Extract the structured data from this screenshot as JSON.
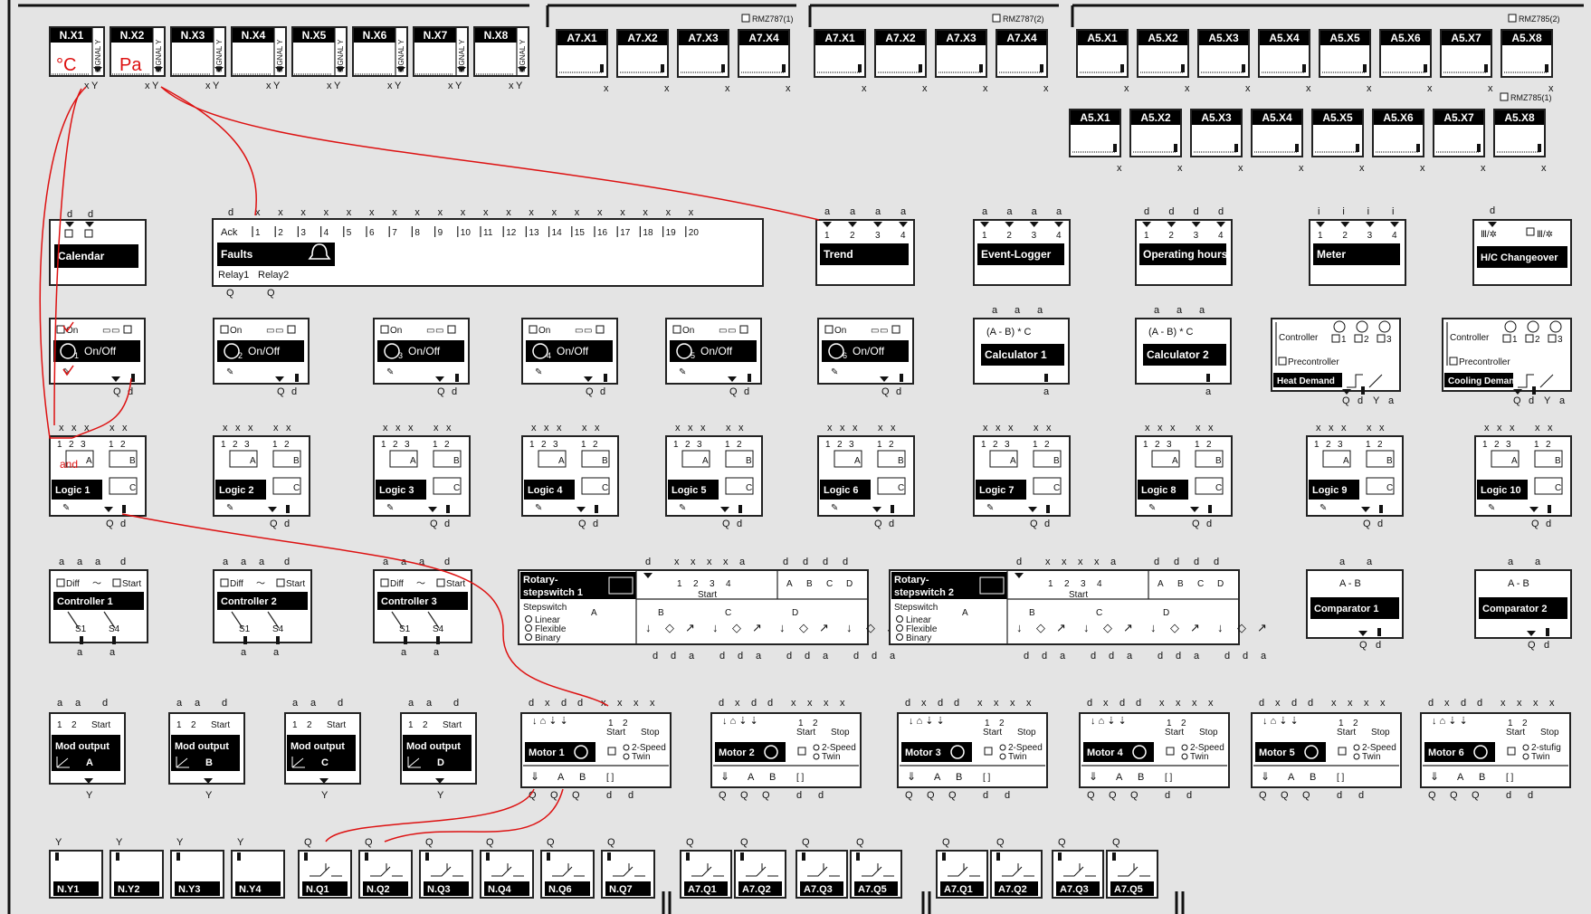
{
  "inputs": {
    "tiles": [
      "N.X1",
      "N.X2",
      "N.X3",
      "N.X4",
      "N.X5",
      "N.X6",
      "N.X7",
      "N.X8"
    ],
    "signal_label": "SIGNAL Y",
    "x1_unit": "°C",
    "x2_unit": "Pa",
    "term_x": "x",
    "term_y": "Y"
  },
  "rmz787_1": {
    "label": "RMZ787(1)",
    "tiles": [
      "A7.X1",
      "A7.X2",
      "A7.X3",
      "A7.X4"
    ]
  },
  "rmz787_2": {
    "label": "RMZ787(2)",
    "tiles": [
      "A7.X1",
      "A7.X2",
      "A7.X3",
      "A7.X4"
    ]
  },
  "rmz785_2": {
    "label": "RMZ785(2)",
    "tiles": [
      "A5.X1",
      "A5.X2",
      "A5.X3",
      "A5.X4",
      "A5.X5",
      "A5.X6",
      "A5.X7",
      "A5.X8"
    ]
  },
  "rmz785_1": {
    "label": "RMZ785(1)",
    "tiles": [
      "A5.X1",
      "A5.X2",
      "A5.X3",
      "A5.X4",
      "A5.X5",
      "A5.X6",
      "A5.X7",
      "A5.X8"
    ]
  },
  "calendar": {
    "label": "Calendar",
    "terms": [
      "d",
      "d"
    ]
  },
  "faults": {
    "label": "Faults",
    "ack": "Ack",
    "nums": [
      "1",
      "2",
      "3",
      "4",
      "5",
      "6",
      "7",
      "8",
      "9",
      "10",
      "11",
      "12",
      "13",
      "14",
      "15",
      "16",
      "17",
      "18",
      "19",
      "20"
    ],
    "relay1": "Relay1",
    "relay2": "Relay2",
    "terms_top_first": "d",
    "term_x": "x",
    "term_q": "Q"
  },
  "trend": {
    "label": "Trend",
    "nums": [
      "1",
      "2",
      "3",
      "4"
    ],
    "term": "a"
  },
  "eventlogger": {
    "label": "Event-Logger",
    "nums": [
      "1",
      "2",
      "3",
      "4"
    ],
    "term": "a"
  },
  "ophours": {
    "label": "Operating hours",
    "nums": [
      "1",
      "2",
      "3",
      "4"
    ],
    "term": "d"
  },
  "meter": {
    "label": "Meter",
    "nums": [
      "1",
      "2",
      "3",
      "4"
    ],
    "term": "i"
  },
  "hc": {
    "label": "H/C Changeover",
    "term": "d"
  },
  "timers": {
    "on": "On",
    "onoff": "On/Off",
    "items": [
      "1",
      "2",
      "3",
      "4",
      "5",
      "6"
    ],
    "q": "Q",
    "d": "d"
  },
  "calc1": {
    "label": "Calculator 1",
    "formula": "(A -  B) *  C",
    "top": [
      "a",
      "a",
      "a"
    ],
    "bottom": "a"
  },
  "calc2": {
    "label": "Calculator 2",
    "formula": "(A -  B) *  C",
    "top": [
      "a",
      "a",
      "a"
    ],
    "bottom": "a"
  },
  "heatdemand": {
    "label": "Heat Demand",
    "controller": "Controller",
    "precontroller": "Precontroller",
    "opts": [
      "1",
      "2",
      "3"
    ],
    "bottom": [
      "Q",
      "d",
      "Y",
      "a"
    ]
  },
  "cooldemand": {
    "label": "Cooling Demand",
    "controller": "Controller",
    "precontroller": "Precontroller",
    "opts": [
      "1",
      "2",
      "3"
    ],
    "bottom": [
      "Q",
      "d",
      "Y",
      "a"
    ]
  },
  "logic": {
    "items": [
      "Logic 1",
      "Logic 2",
      "Logic 3",
      "Logic 4",
      "Logic 5",
      "Logic 6",
      "Logic 7",
      "Logic 8",
      "Logic 9",
      "Logic 10"
    ],
    "and_label": "and",
    "in_nums": [
      "1",
      "2",
      "3",
      "1",
      "2"
    ],
    "gates": [
      "A",
      "B",
      "C"
    ],
    "q": "Q",
    "d": "d"
  },
  "controllers": {
    "items": [
      "Controller 1",
      "Controller 2",
      "Controller 3"
    ],
    "diff": "Diff",
    "start": "Start",
    "s1": "S1",
    "s4": "S4",
    "top": [
      "a",
      "a",
      "a",
      "d"
    ],
    "bottom": [
      "a",
      "a"
    ]
  },
  "rotary": {
    "items": [
      "Rotary-\nstepswitch 1",
      "Rotary-\nstepswitch 2"
    ],
    "title1a": "Rotary-",
    "title1b": "stepswitch 1",
    "title2a": "Rotary-",
    "title2b": "stepswitch 2",
    "stepswitch": "Stepswitch",
    "opts": [
      "Linear",
      "Flexible",
      "Binary"
    ],
    "nums": [
      "1",
      "2",
      "3",
      "4"
    ],
    "start": "Start",
    "groups": [
      "A",
      "B",
      "C",
      "D"
    ],
    "bottom": [
      "d",
      "d",
      "a",
      "d",
      "d",
      "a",
      "d",
      "d",
      "a",
      "d",
      "d",
      "a"
    ]
  },
  "comparators": {
    "items": [
      "Comparator 1",
      "Comparator 2"
    ],
    "formula": "A  -  B",
    "top": [
      "a",
      "a"
    ],
    "bottom": [
      "Q",
      "d"
    ]
  },
  "modouts": {
    "items": [
      "A",
      "B",
      "C",
      "D"
    ],
    "title": "Mod output",
    "nums": [
      "1",
      "2"
    ],
    "start": "Start",
    "top": [
      "a",
      "a",
      "d"
    ],
    "bottom": "Y"
  },
  "motors": {
    "items": [
      "Motor 1",
      "Motor 2",
      "Motor 3",
      "Motor 4",
      "Motor 5",
      "Motor 6"
    ],
    "start": "Start",
    "stop": "Stop",
    "speed": "2-Speed",
    "twin": "Twin",
    "stufig": "2-stufig",
    "top": [
      "d",
      "x",
      "d",
      "d",
      "x",
      "x",
      "x",
      "x"
    ],
    "bottom": [
      "Q",
      "Q",
      "Q",
      "d",
      "d"
    ],
    "ab": [
      "A",
      "B"
    ]
  },
  "outputs": {
    "ny": [
      "N.Y1",
      "N.Y2",
      "N.Y3",
      "N.Y4"
    ],
    "nq": [
      "N.Q1",
      "N.Q2",
      "N.Q3",
      "N.Q4",
      "N.Q6",
      "N.Q7"
    ],
    "a7q_1": [
      "A7.Q1",
      "A7.Q2",
      "A7.Q3",
      "A7.Q5"
    ],
    "a7q_2": [
      "A7.Q1",
      "A7.Q2",
      "A7.Q3",
      "A7.Q5"
    ],
    "y": "Y",
    "q": "Q"
  },
  "colors": {
    "wire": "#dd1111",
    "label_bg": "#000000",
    "panel_bg": "#e4e4e4"
  }
}
